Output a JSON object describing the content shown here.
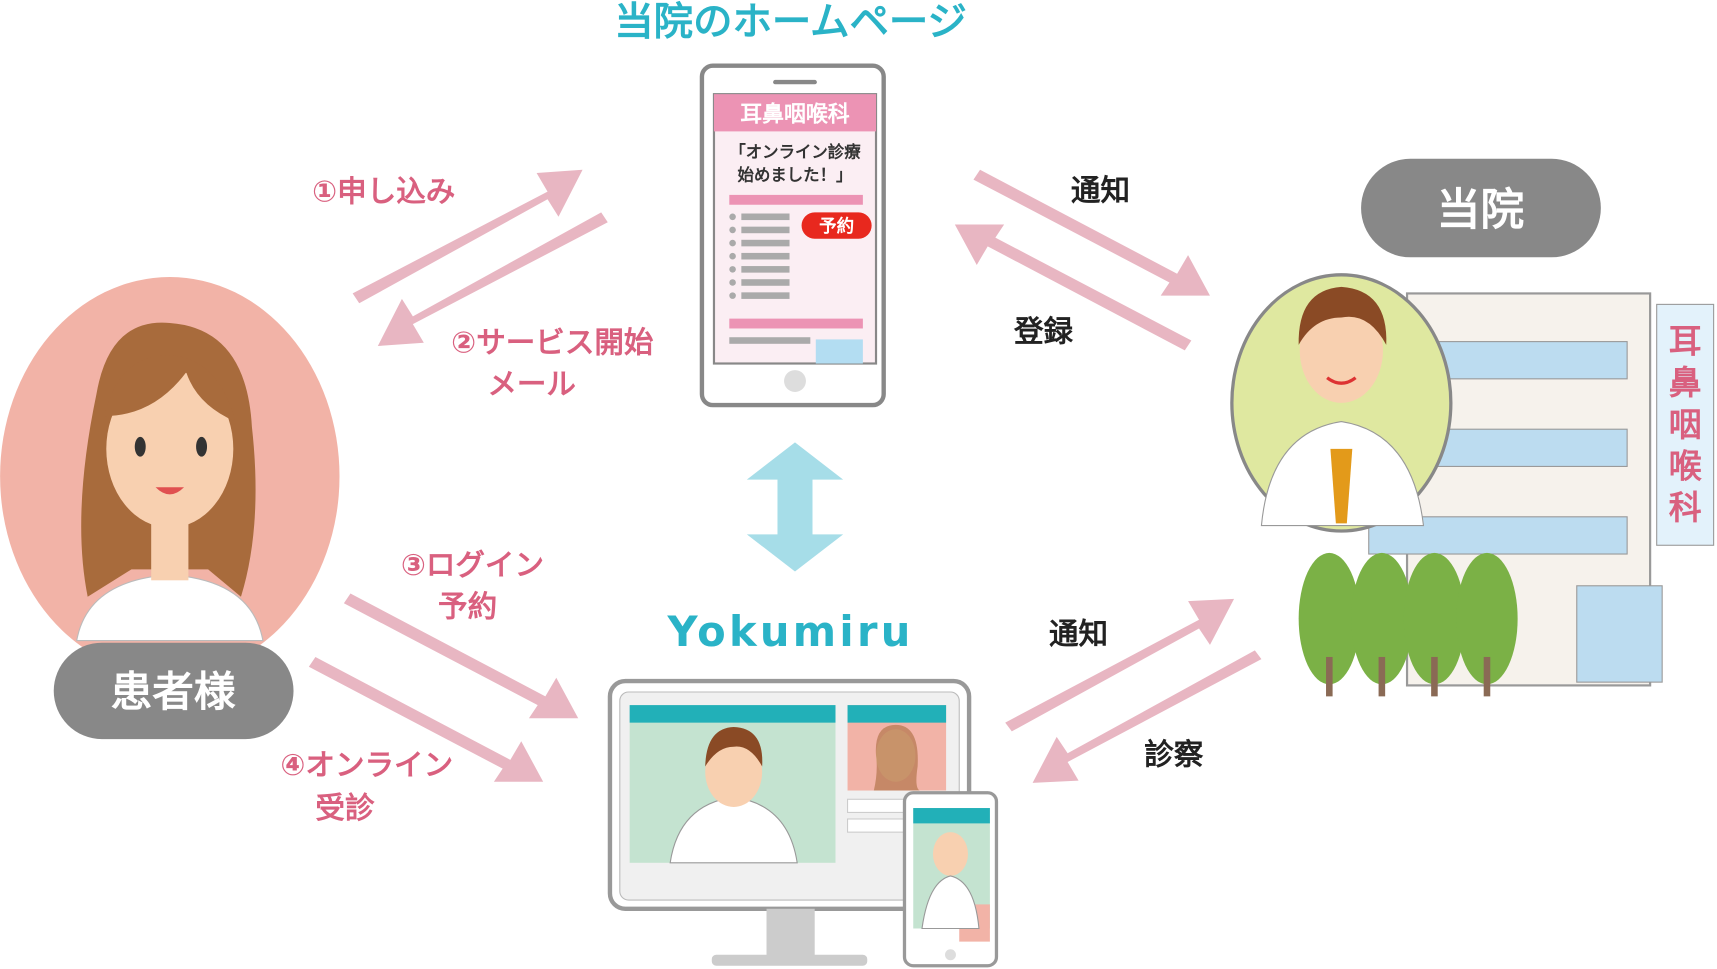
{
  "homepage_title": "当院のホームページ",
  "phone": {
    "header": "耳鼻咽喉科",
    "headline_1": "「オンライン診療",
    "headline_2": "始めました！」",
    "reserve_button": "予約"
  },
  "yokumiru_title": "Yokumiru",
  "patient_label": "患者様",
  "clinic_label": "当院",
  "clinic_sign": [
    "耳",
    "鼻",
    "咽",
    "喉",
    "科"
  ],
  "steps": {
    "apply": "①申し込み",
    "service_start_1": "②サービス開始",
    "service_start_2": "メール",
    "login_1": "③ログイン",
    "login_2": "予約",
    "online_1": "④オンライン",
    "online_2": "受診"
  },
  "clinic_flows": {
    "notify_top": "通知",
    "register": "登録",
    "notify_bottom": "通知",
    "consult": "診察"
  },
  "colors": {
    "accent": "#2ab3c7",
    "pink": "#d9607f",
    "arrow": "#e8b6c2",
    "label_bg": "#888888"
  }
}
